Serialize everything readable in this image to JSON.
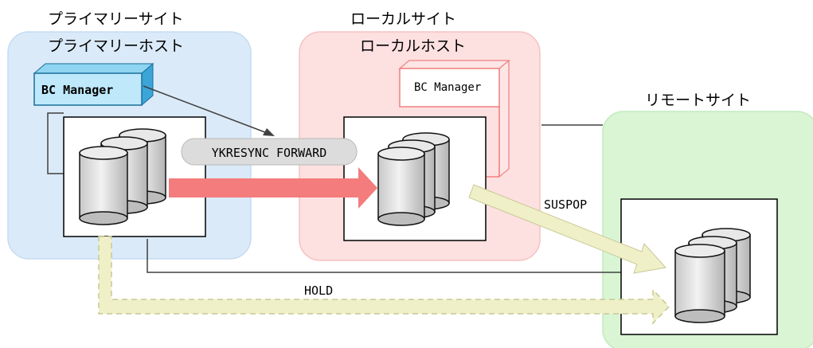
{
  "primary_site": {
    "site_label": "プライマリーサイト",
    "host_label": "プライマリーホスト",
    "bc_manager_label": "BC Manager",
    "color": "#dbeaf8"
  },
  "local_site": {
    "site_label": "ローカルサイト",
    "host_label": "ローカルホスト",
    "bc_manager_label": "BC Manager",
    "color": "#fde0e0"
  },
  "remote_site": {
    "site_label": "リモートサイト",
    "color": "#d9f5d4"
  },
  "arrows": {
    "resync_label": "YKRESYNC FORWARD",
    "suspop_label": "SUSPOP",
    "hold_label": "HOLD",
    "resync_color": "#f47c7c",
    "copy_color": "#f0f0c8"
  }
}
